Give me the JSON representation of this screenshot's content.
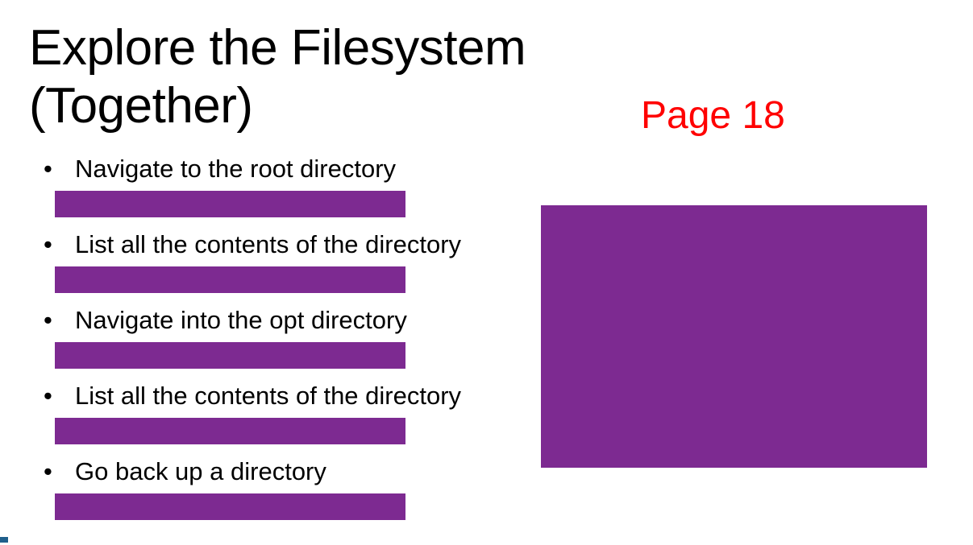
{
  "slide": {
    "title": "Explore the Filesystem (Together)",
    "page_label": "Page 18",
    "background_color": "#ffffff",
    "title_color": "#000000",
    "page_label_color": "#ff0000",
    "redaction_color": "#7d2a91",
    "corner_color": "#1f5f8b",
    "bullet_marker": "•",
    "items": [
      {
        "text": "Navigate to the root directory"
      },
      {
        "text": "List all the contents of the directory"
      },
      {
        "text": "Navigate into the opt directory"
      },
      {
        "text": "List all the contents of the directory"
      },
      {
        "text": "Go back up a directory"
      }
    ]
  }
}
